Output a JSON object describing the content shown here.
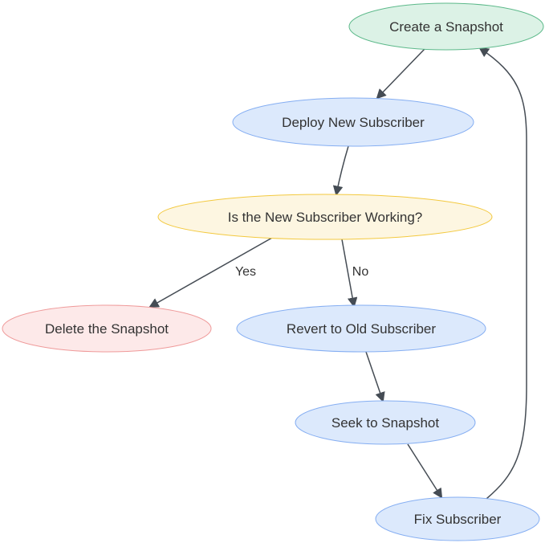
{
  "diagram": {
    "type": "flowchart",
    "background": "#ffffff",
    "edge_color": "#454c54",
    "text_color": "#333333",
    "nodes": [
      {
        "id": "create-snapshot",
        "label": "Create a Snapshot",
        "fill": "#dcf2e6",
        "stroke": "#5cb98a"
      },
      {
        "id": "deploy-new-subscriber",
        "label": "Deploy New Subscriber",
        "fill": "#dce9fc",
        "stroke": "#85aef2"
      },
      {
        "id": "is-new-subscriber-working",
        "label": "Is the New Subscriber Working?",
        "fill": "#fdf6e1",
        "stroke": "#f3c93f"
      },
      {
        "id": "delete-snapshot",
        "label": "Delete the Snapshot",
        "fill": "#fde9e9",
        "stroke": "#ef9a9a"
      },
      {
        "id": "revert-to-old-subscriber",
        "label": "Revert to Old Subscriber",
        "fill": "#dce9fc",
        "stroke": "#85aef2"
      },
      {
        "id": "seek-to-snapshot",
        "label": "Seek to Snapshot",
        "fill": "#dce9fc",
        "stroke": "#85aef2"
      },
      {
        "id": "fix-subscriber",
        "label": "Fix Subscriber",
        "fill": "#dce9fc",
        "stroke": "#85aef2"
      }
    ],
    "edges": [
      {
        "from": "create-snapshot",
        "to": "deploy-new-subscriber",
        "label": ""
      },
      {
        "from": "deploy-new-subscriber",
        "to": "is-new-subscriber-working",
        "label": ""
      },
      {
        "from": "is-new-subscriber-working",
        "to": "delete-snapshot",
        "label": "Yes"
      },
      {
        "from": "is-new-subscriber-working",
        "to": "revert-to-old-subscriber",
        "label": "No"
      },
      {
        "from": "revert-to-old-subscriber",
        "to": "seek-to-snapshot",
        "label": ""
      },
      {
        "from": "seek-to-snapshot",
        "to": "fix-subscriber",
        "label": ""
      },
      {
        "from": "fix-subscriber",
        "to": "create-snapshot",
        "label": ""
      }
    ]
  }
}
